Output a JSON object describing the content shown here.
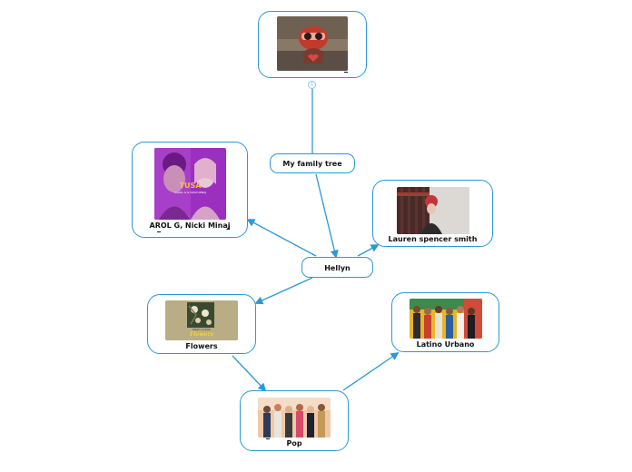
{
  "diagram": {
    "accent_color": "#2a9ad6",
    "nodes": {
      "top_image": {
        "label": ""
      },
      "family_tree": {
        "label": "My family tree"
      },
      "karol": {
        "label": "AROL G, Nicki Minaj",
        "cover_title": "TUSA",
        "cover_subtitle": "KAROL G & NICKI MINAJ"
      },
      "lauren": {
        "label": "Lauren spencer smith"
      },
      "hellyn": {
        "label": "Hellyn"
      },
      "flowers": {
        "label": "Flowers",
        "cover_title": "Flowers",
        "cover_subtitle": "MILEY CYRUS"
      },
      "latino": {
        "label": "Latino Urbano"
      },
      "pop": {
        "label": "Pop"
      }
    },
    "collapse_indicator": "1"
  }
}
